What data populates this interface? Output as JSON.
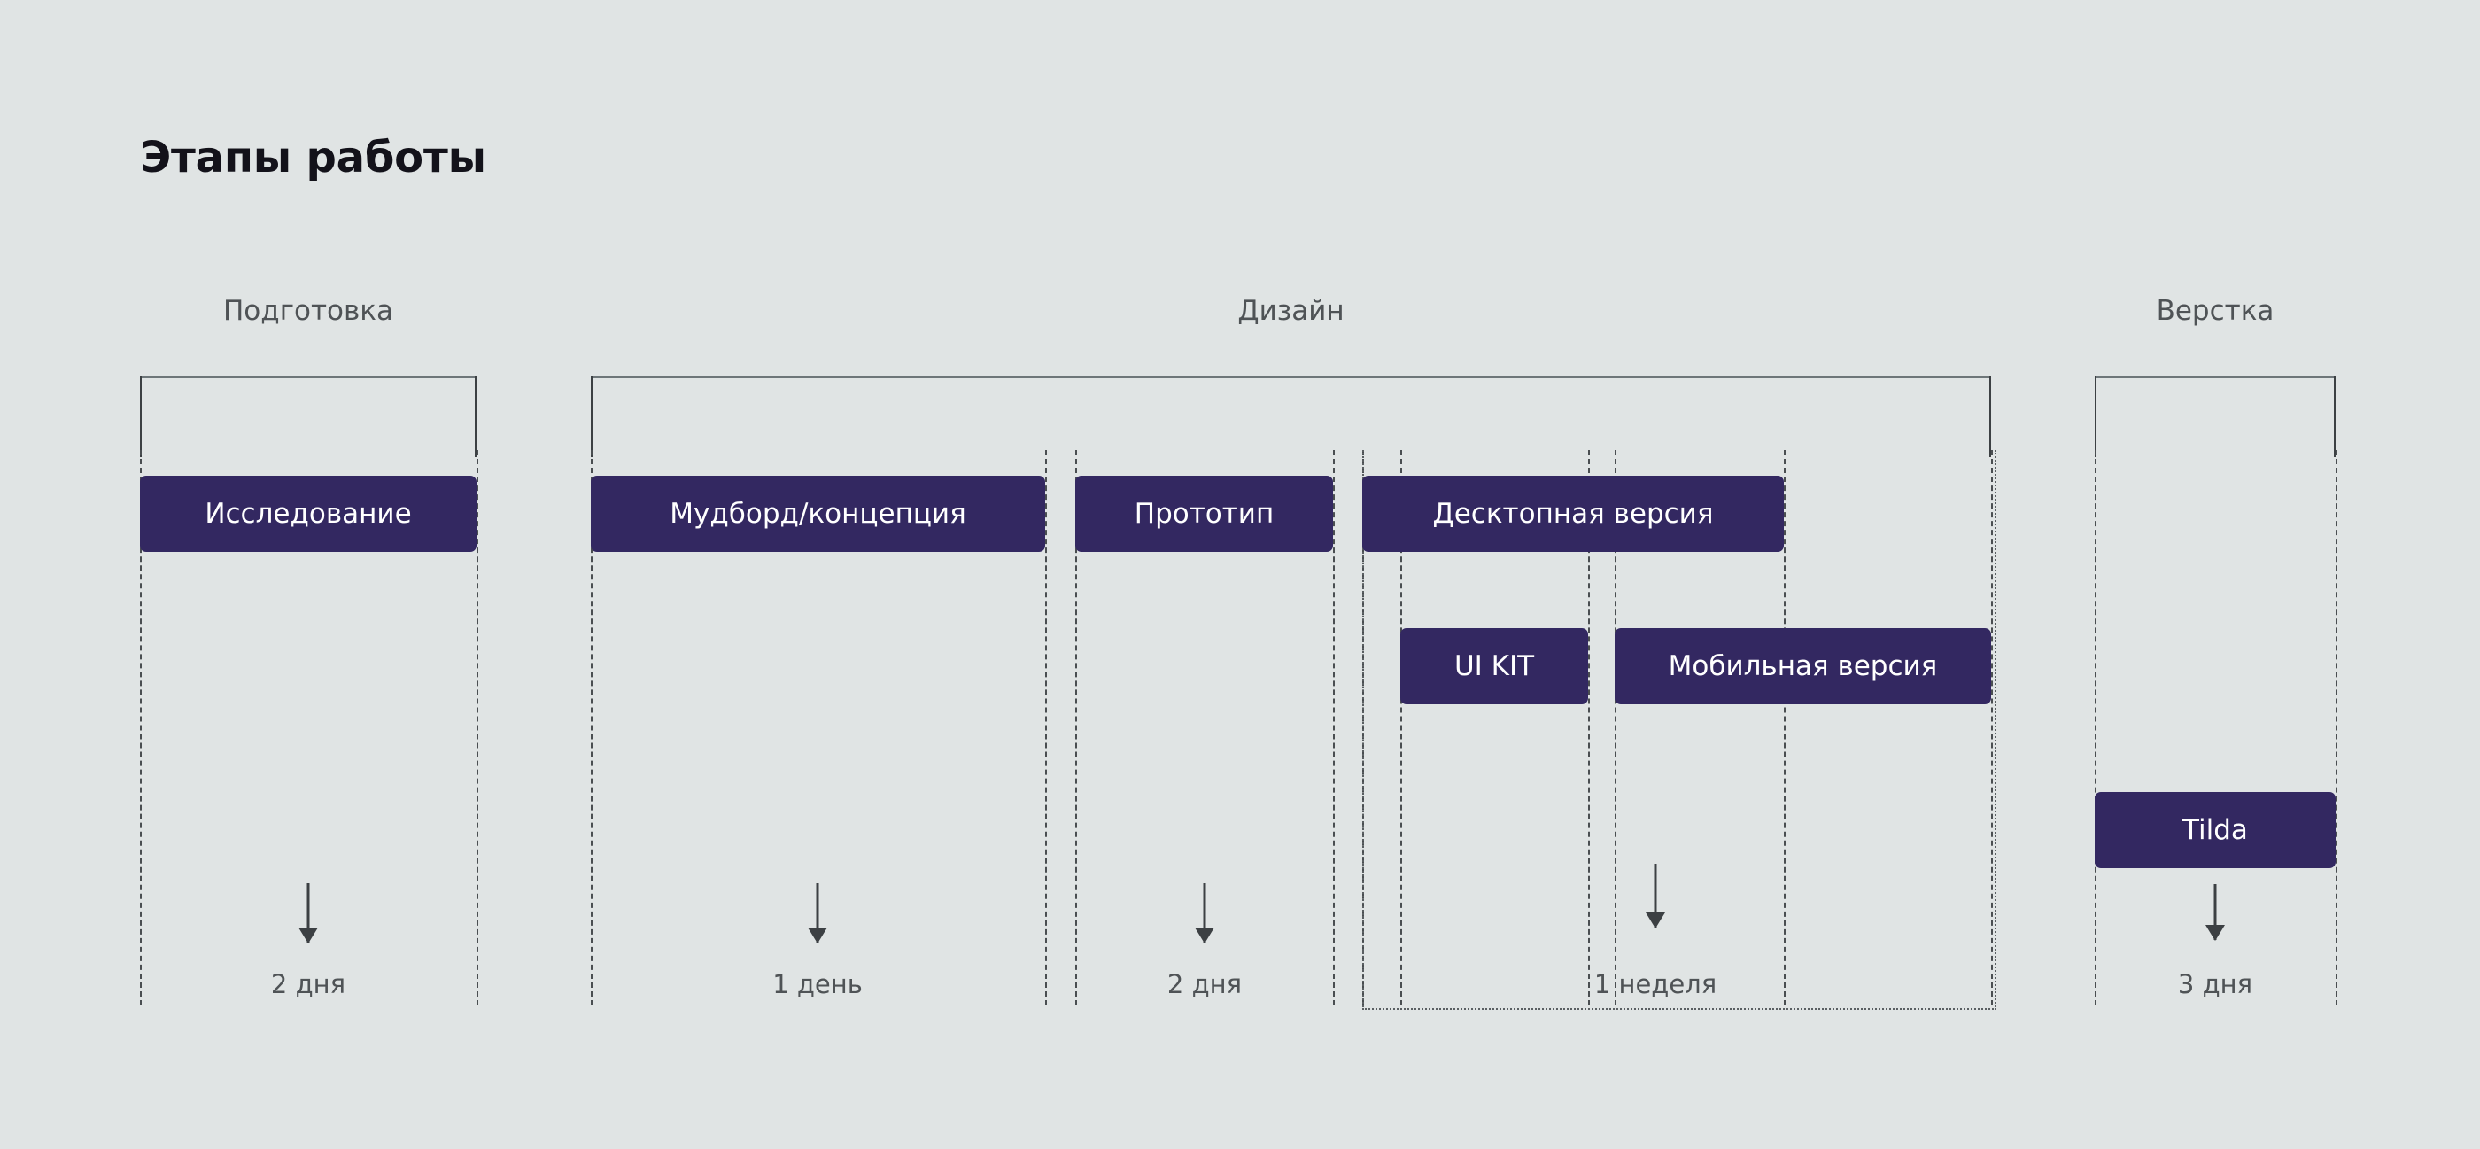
{
  "page": {
    "title": "Этапы работы",
    "background_color": "#e0e4e4",
    "accent_color": "#332861",
    "label_color": "#4f5356",
    "line_color": "#3c4043"
  },
  "phases": [
    {
      "id": "preparation",
      "label": "Подготовка"
    },
    {
      "id": "design",
      "label": "Дизайн"
    },
    {
      "id": "markup",
      "label": "Верстка"
    }
  ],
  "tasks": [
    {
      "id": "research",
      "label": "Исследование",
      "phase": "preparation",
      "row": 1
    },
    {
      "id": "moodboard",
      "label": "Мудборд/концепция",
      "phase": "design",
      "row": 1
    },
    {
      "id": "prototype",
      "label": "Прототип",
      "phase": "design",
      "row": 1
    },
    {
      "id": "desktop",
      "label": "Десктопная версия",
      "phase": "design",
      "row": 1
    },
    {
      "id": "uikit",
      "label": "UI KIT",
      "phase": "design",
      "row": 2
    },
    {
      "id": "mobile",
      "label": "Мобильная версия",
      "phase": "design",
      "row": 2
    },
    {
      "id": "tilda",
      "label": "Tilda",
      "phase": "markup",
      "row": 3
    }
  ],
  "durations": [
    {
      "id": "research-duration",
      "value": "2 дня"
    },
    {
      "id": "moodboard-duration",
      "value": "1 день"
    },
    {
      "id": "prototype-duration",
      "value": "2 дня"
    },
    {
      "id": "sprint-duration",
      "value": "1 неделя"
    },
    {
      "id": "tilda-duration",
      "value": "3 дня"
    }
  ],
  "chart_data": {
    "type": "bar",
    "title": "Этапы работы",
    "orientation": "horizontal-timeline",
    "xlabel": "",
    "ylabel": "",
    "grid": "dashed-vertical-guides",
    "legend": "none",
    "groups": [
      "Подготовка",
      "Дизайн",
      "Верстка"
    ],
    "categories": [
      "Исследование",
      "Мудборд/концепция",
      "Прототип",
      "Десктопная версия",
      "UI KIT",
      "Мобильная версия",
      "Tilda"
    ],
    "values": [
      2,
      1,
      2,
      7,
      7,
      7,
      3
    ],
    "value_unit": "days",
    "value_labels": [
      "2 дня",
      "1 день",
      "2 дня",
      "1 неделя",
      "1 неделя",
      "1 неделя",
      "3 дня"
    ],
    "annotations": [
      {
        "text": "2 дня",
        "applies_to": [
          "Исследование"
        ]
      },
      {
        "text": "1 день",
        "applies_to": [
          "Мудборд/концепция"
        ]
      },
      {
        "text": "2 дня",
        "applies_to": [
          "Прототип"
        ]
      },
      {
        "text": "1 неделя",
        "applies_to": [
          "Десктопная версия",
          "UI KIT",
          "Мобильная версия"
        ]
      },
      {
        "text": "3 дня",
        "applies_to": [
          "Tilda"
        ]
      }
    ]
  }
}
